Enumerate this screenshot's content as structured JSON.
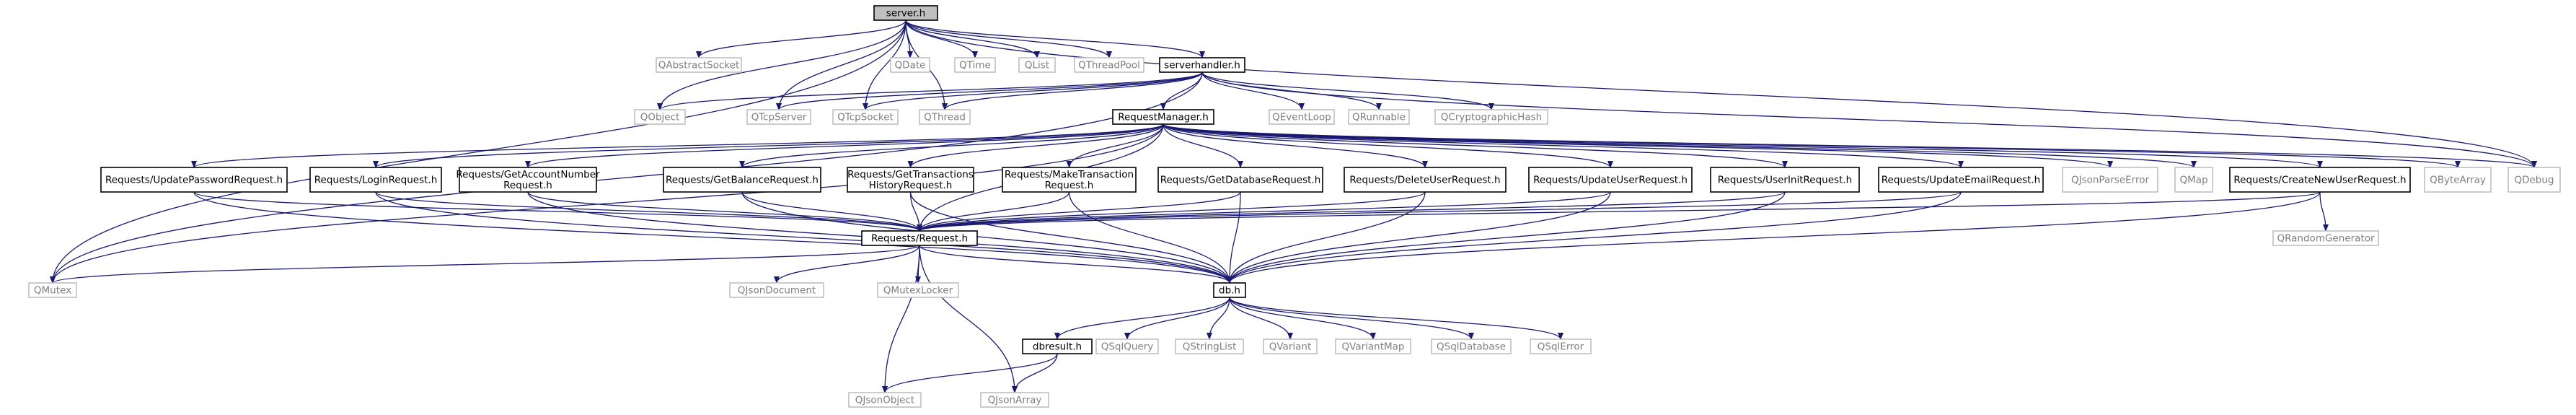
{
  "graph": {
    "root": "server.h",
    "colors": {
      "edge": "#191970",
      "root_fill": "#bfbfbf",
      "project_border": "#000000",
      "project_text": "#000000",
      "external_border": "#bfbfbf",
      "external_text": "#7f7f7f",
      "background": "#ffffff"
    },
    "nodes": [
      {
        "id": "server",
        "label": "server.h",
        "kind": "root"
      },
      {
        "id": "serverhandler",
        "label": "serverhandler.h",
        "kind": "project"
      },
      {
        "id": "qabstractsocket",
        "label": "QAbstractSocket",
        "kind": "external"
      },
      {
        "id": "qdate",
        "label": "QDate",
        "kind": "external"
      },
      {
        "id": "qtime",
        "label": "QTime",
        "kind": "external"
      },
      {
        "id": "qlist",
        "label": "QList",
        "kind": "external"
      },
      {
        "id": "qthreadpool",
        "label": "QThreadPool",
        "kind": "external"
      },
      {
        "id": "qobject",
        "label": "QObject",
        "kind": "external"
      },
      {
        "id": "qtcpserver",
        "label": "QTcpServer",
        "kind": "external"
      },
      {
        "id": "qtcpsocket",
        "label": "QTcpSocket",
        "kind": "external"
      },
      {
        "id": "qthread",
        "label": "QThread",
        "kind": "external"
      },
      {
        "id": "requestmanager",
        "label": "RequestManager.h",
        "kind": "project"
      },
      {
        "id": "qeventloop",
        "label": "QEventLoop",
        "kind": "external"
      },
      {
        "id": "qrunnable",
        "label": "QRunnable",
        "kind": "external"
      },
      {
        "id": "qcryptographichash",
        "label": "QCryptographicHash",
        "kind": "external"
      },
      {
        "id": "updatepassword",
        "label": "Requests/UpdatePasswordRequest.h",
        "kind": "project"
      },
      {
        "id": "login",
        "label": "Requests/LoginRequest.h",
        "kind": "project"
      },
      {
        "id": "getaccountnumber",
        "label": "Requests/GetAccountNumber\nRequest.h",
        "kind": "project"
      },
      {
        "id": "getbalance",
        "label": "Requests/GetBalanceRequest.h",
        "kind": "project"
      },
      {
        "id": "gettransactions",
        "label": "Requests/GetTransactions\nHistoryRequest.h",
        "kind": "project"
      },
      {
        "id": "maketransaction",
        "label": "Requests/MakeTransaction\nRequest.h",
        "kind": "project"
      },
      {
        "id": "getdatabase",
        "label": "Requests/GetDatabaseRequest.h",
        "kind": "project"
      },
      {
        "id": "deleteuser",
        "label": "Requests/DeleteUserRequest.h",
        "kind": "project"
      },
      {
        "id": "updateuser",
        "label": "Requests/UpdateUserRequest.h",
        "kind": "project"
      },
      {
        "id": "userinit",
        "label": "Requests/UserInitRequest.h",
        "kind": "project"
      },
      {
        "id": "updateemail",
        "label": "Requests/UpdateEmailRequest.h",
        "kind": "project"
      },
      {
        "id": "qjsonparseerror",
        "label": "QJsonParseError",
        "kind": "external"
      },
      {
        "id": "qmap",
        "label": "QMap",
        "kind": "external"
      },
      {
        "id": "createnewuser",
        "label": "Requests/CreateNewUserRequest.h",
        "kind": "project"
      },
      {
        "id": "qbytearray",
        "label": "QByteArray",
        "kind": "external"
      },
      {
        "id": "qdebug",
        "label": "QDebug",
        "kind": "external"
      },
      {
        "id": "request",
        "label": "Requests/Request.h",
        "kind": "project"
      },
      {
        "id": "qrandomgenerator",
        "label": "QRandomGenerator",
        "kind": "external"
      },
      {
        "id": "qmutex",
        "label": "QMutex",
        "kind": "external"
      },
      {
        "id": "qjsondocument",
        "label": "QJsonDocument",
        "kind": "external"
      },
      {
        "id": "qmutexlocker",
        "label": "QMutexLocker",
        "kind": "external"
      },
      {
        "id": "db",
        "label": "db.h",
        "kind": "project"
      },
      {
        "id": "dbresult",
        "label": "dbresult.h",
        "kind": "project"
      },
      {
        "id": "qsqlquery",
        "label": "QSqlQuery",
        "kind": "external"
      },
      {
        "id": "qstringlist",
        "label": "QStringList",
        "kind": "external"
      },
      {
        "id": "qvariant",
        "label": "QVariant",
        "kind": "external"
      },
      {
        "id": "qvariantmap",
        "label": "QVariantMap",
        "kind": "external"
      },
      {
        "id": "qsqldatabase",
        "label": "QSqlDatabase",
        "kind": "external"
      },
      {
        "id": "qsqlerror",
        "label": "QSqlError",
        "kind": "external"
      },
      {
        "id": "qjsonobject",
        "label": "QJsonObject",
        "kind": "external"
      },
      {
        "id": "qjsonarray",
        "label": "QJsonArray",
        "kind": "external"
      }
    ],
    "edges": [
      [
        "server",
        "qmutex"
      ],
      [
        "server",
        "qobject"
      ],
      [
        "server",
        "qabstractsocket"
      ],
      [
        "server",
        "qtcpserver"
      ],
      [
        "server",
        "qtcpsocket"
      ],
      [
        "server",
        "qdate"
      ],
      [
        "server",
        "qtime"
      ],
      [
        "server",
        "qlist"
      ],
      [
        "server",
        "qthreadpool"
      ],
      [
        "server",
        "qthread"
      ],
      [
        "server",
        "serverhandler"
      ],
      [
        "server",
        "qdebug"
      ],
      [
        "serverhandler",
        "qobject"
      ],
      [
        "serverhandler",
        "qtcpserver"
      ],
      [
        "serverhandler",
        "qtcpsocket"
      ],
      [
        "serverhandler",
        "qthread"
      ],
      [
        "serverhandler",
        "requestmanager"
      ],
      [
        "serverhandler",
        "qeventloop"
      ],
      [
        "serverhandler",
        "qrunnable"
      ],
      [
        "serverhandler",
        "qcryptographichash"
      ],
      [
        "serverhandler",
        "qdebug"
      ],
      [
        "serverhandler",
        "qmutex"
      ],
      [
        "requestmanager",
        "updatepassword"
      ],
      [
        "requestmanager",
        "login"
      ],
      [
        "requestmanager",
        "getaccountnumber"
      ],
      [
        "requestmanager",
        "getbalance"
      ],
      [
        "requestmanager",
        "gettransactions"
      ],
      [
        "requestmanager",
        "maketransaction"
      ],
      [
        "requestmanager",
        "getdatabase"
      ],
      [
        "requestmanager",
        "deleteuser"
      ],
      [
        "requestmanager",
        "updateuser"
      ],
      [
        "requestmanager",
        "userinit"
      ],
      [
        "requestmanager",
        "updateemail"
      ],
      [
        "requestmanager",
        "qjsonparseerror"
      ],
      [
        "requestmanager",
        "qmap"
      ],
      [
        "requestmanager",
        "createnewuser"
      ],
      [
        "requestmanager",
        "qbytearray"
      ],
      [
        "requestmanager",
        "qdebug"
      ],
      [
        "requestmanager",
        "qmutex"
      ],
      [
        "requestmanager",
        "request"
      ],
      [
        "updatepassword",
        "request"
      ],
      [
        "updatepassword",
        "db"
      ],
      [
        "login",
        "request"
      ],
      [
        "login",
        "db"
      ],
      [
        "getaccountnumber",
        "request"
      ],
      [
        "getaccountnumber",
        "db"
      ],
      [
        "getbalance",
        "request"
      ],
      [
        "getbalance",
        "db"
      ],
      [
        "gettransactions",
        "request"
      ],
      [
        "gettransactions",
        "db"
      ],
      [
        "maketransaction",
        "request"
      ],
      [
        "maketransaction",
        "db"
      ],
      [
        "getdatabase",
        "request"
      ],
      [
        "getdatabase",
        "db"
      ],
      [
        "deleteuser",
        "request"
      ],
      [
        "deleteuser",
        "db"
      ],
      [
        "updateuser",
        "request"
      ],
      [
        "updateuser",
        "db"
      ],
      [
        "userinit",
        "request"
      ],
      [
        "userinit",
        "db"
      ],
      [
        "updateemail",
        "request"
      ],
      [
        "updateemail",
        "db"
      ],
      [
        "createnewuser",
        "request"
      ],
      [
        "createnewuser",
        "db"
      ],
      [
        "createnewuser",
        "qrandomgenerator"
      ],
      [
        "request",
        "qmutex"
      ],
      [
        "request",
        "qjsondocument"
      ],
      [
        "request",
        "qmutexlocker"
      ],
      [
        "request",
        "db"
      ],
      [
        "request",
        "qjsonobject"
      ],
      [
        "request",
        "qjsonarray"
      ],
      [
        "db",
        "dbresult"
      ],
      [
        "db",
        "qsqlquery"
      ],
      [
        "db",
        "qstringlist"
      ],
      [
        "db",
        "qvariant"
      ],
      [
        "db",
        "qvariantmap"
      ],
      [
        "db",
        "qsqldatabase"
      ],
      [
        "db",
        "qsqlerror"
      ],
      [
        "dbresult",
        "qjsonobject"
      ],
      [
        "dbresult",
        "qjsonarray"
      ]
    ]
  }
}
